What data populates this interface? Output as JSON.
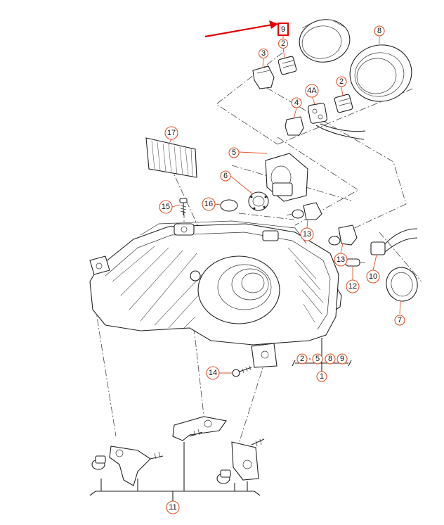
{
  "highlight": {
    "label": "9",
    "box_color": "#e00000",
    "arrow_color": "#e00000"
  },
  "callouts": {
    "c1": "1",
    "c2a": "2",
    "c2b": "2",
    "c3": "3",
    "c4": "4",
    "c4a": "4A",
    "c5": "5",
    "c6": "6",
    "c7": "7",
    "c8": "8",
    "c10": "10",
    "c11": "11",
    "c12": "12",
    "c13a": "13",
    "c13b": "13",
    "c14": "14",
    "c15": "15",
    "c16": "16",
    "c17": "17",
    "g1": "2",
    "g2": "5",
    "g3": "8",
    "g4": "9"
  },
  "group_separator": "-",
  "accent_color": "#e0542a"
}
